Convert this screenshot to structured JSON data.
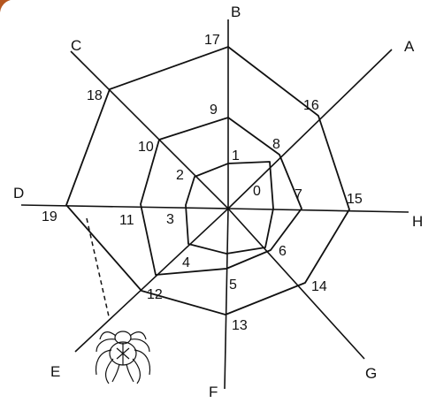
{
  "directions": {
    "A": "A",
    "B": "B",
    "C": "C",
    "D": "D",
    "E": "E",
    "F": "F",
    "G": "G",
    "H": "H"
  },
  "nodes": {
    "n0": "0",
    "n1": "1",
    "n2": "2",
    "n3": "3",
    "n4": "4",
    "n5": "5",
    "n6": "6",
    "n7": "7",
    "n8": "8",
    "n9": "9",
    "n10": "10",
    "n11": "11",
    "n12": "12",
    "n13": "13",
    "n14": "14",
    "n15": "15",
    "n16": "16",
    "n17": "17",
    "n18": "18",
    "n19": "19"
  },
  "colors": {
    "ink": "#111111",
    "background": "#ffffff",
    "corner_accent": "#b5561f"
  },
  "icons": {
    "spider": "spider-icon"
  }
}
